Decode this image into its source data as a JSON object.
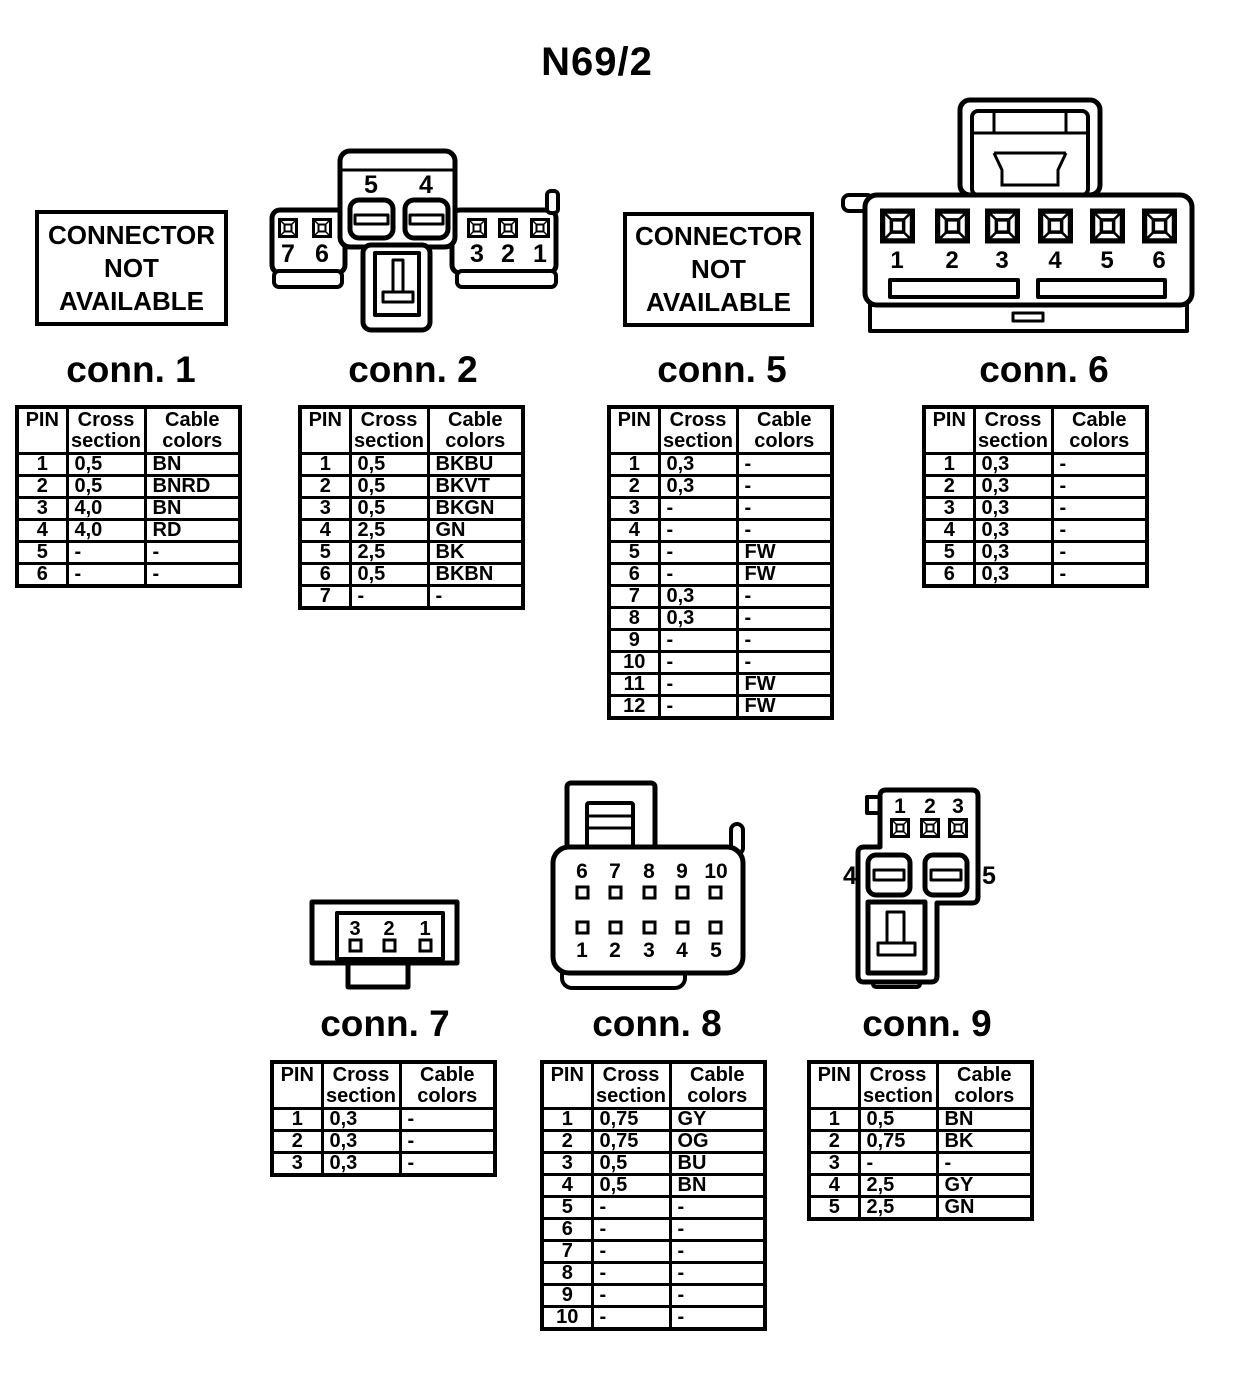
{
  "title": "N69/2",
  "colors": {
    "ink": "#000000",
    "paper": "#ffffff"
  },
  "headers": {
    "pin": "PIN",
    "cross": "Cross section",
    "cable": "Cable colors"
  },
  "na_box_lines": [
    "CONNECTOR",
    "NOT",
    "AVAILABLE"
  ],
  "connectors": {
    "c1": {
      "label": "conn. 1",
      "connector_available": false,
      "rows": [
        [
          "1",
          "0,5",
          "BN"
        ],
        [
          "2",
          "0,5",
          "BNRD"
        ],
        [
          "3",
          "4,0",
          "BN"
        ],
        [
          "4",
          "4,0",
          "RD"
        ],
        [
          "5",
          "-",
          "-"
        ],
        [
          "6",
          "-",
          "-"
        ]
      ]
    },
    "c2": {
      "label": "conn. 2",
      "connector_available": true,
      "pins": [
        "7",
        "6",
        "5",
        "4",
        "3",
        "2",
        "1"
      ],
      "rows": [
        [
          "1",
          "0,5",
          "BKBU"
        ],
        [
          "2",
          "0,5",
          "BKVT"
        ],
        [
          "3",
          "0,5",
          "BKGN"
        ],
        [
          "4",
          "2,5",
          "GN"
        ],
        [
          "5",
          "2,5",
          "BK"
        ],
        [
          "6",
          "0,5",
          "BKBN"
        ],
        [
          "7",
          "-",
          "-"
        ]
      ]
    },
    "c5": {
      "label": "conn. 5",
      "connector_available": false,
      "rows": [
        [
          "1",
          "0,3",
          "-"
        ],
        [
          "2",
          "0,3",
          "-"
        ],
        [
          "3",
          "-",
          "-"
        ],
        [
          "4",
          "-",
          "-"
        ],
        [
          "5",
          "-",
          "FW"
        ],
        [
          "6",
          "-",
          "FW"
        ],
        [
          "7",
          "0,3",
          "-"
        ],
        [
          "8",
          "0,3",
          "-"
        ],
        [
          "9",
          "-",
          "-"
        ],
        [
          "10",
          "-",
          "-"
        ],
        [
          "11",
          "-",
          "FW"
        ],
        [
          "12",
          "-",
          "FW"
        ]
      ]
    },
    "c6": {
      "label": "conn. 6",
      "connector_available": true,
      "pins": [
        "1",
        "2",
        "3",
        "4",
        "5",
        "6"
      ],
      "rows": [
        [
          "1",
          "0,3",
          "-"
        ],
        [
          "2",
          "0,3",
          "-"
        ],
        [
          "3",
          "0,3",
          "-"
        ],
        [
          "4",
          "0,3",
          "-"
        ],
        [
          "5",
          "0,3",
          "-"
        ],
        [
          "6",
          "0,3",
          "-"
        ]
      ]
    },
    "c7": {
      "label": "conn. 7",
      "connector_available": true,
      "pins": [
        "3",
        "2",
        "1"
      ],
      "rows": [
        [
          "1",
          "0,3",
          "-"
        ],
        [
          "2",
          "0,3",
          "-"
        ],
        [
          "3",
          "0,3",
          "-"
        ]
      ]
    },
    "c8": {
      "label": "conn. 8",
      "connector_available": true,
      "pins_top": [
        "6",
        "7",
        "8",
        "9",
        "10"
      ],
      "pins_bottom": [
        "1",
        "2",
        "3",
        "4",
        "5"
      ],
      "rows": [
        [
          "1",
          "0,75",
          "GY"
        ],
        [
          "2",
          "0,75",
          "OG"
        ],
        [
          "3",
          "0,5",
          "BU"
        ],
        [
          "4",
          "0,5",
          "BN"
        ],
        [
          "5",
          "-",
          "-"
        ],
        [
          "6",
          "-",
          "-"
        ],
        [
          "7",
          "-",
          "-"
        ],
        [
          "8",
          "-",
          "-"
        ],
        [
          "9",
          "-",
          "-"
        ],
        [
          "10",
          "-",
          "-"
        ]
      ]
    },
    "c9": {
      "label": "conn. 9",
      "connector_available": true,
      "pins_top": [
        "1",
        "2",
        "3"
      ],
      "pins_side": [
        "4",
        "5"
      ],
      "rows": [
        [
          "1",
          "0,5",
          "BN"
        ],
        [
          "2",
          "0,75",
          "BK"
        ],
        [
          "3",
          "-",
          "-"
        ],
        [
          "4",
          "2,5",
          "GY"
        ],
        [
          "5",
          "2,5",
          "GN"
        ]
      ]
    }
  }
}
